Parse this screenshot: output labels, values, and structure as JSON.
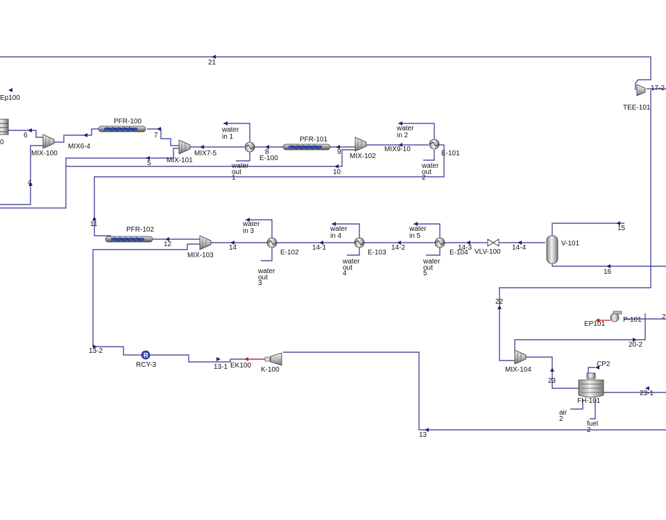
{
  "diagram": {
    "colors": {
      "stream": "#2b2f8f",
      "energy": "#c0202a",
      "equipment_fill": "#dcdcdc",
      "reactor_fill": "#1f3fb0"
    },
    "equipment": {
      "mix100": "MIX-100",
      "mix101": "MIX-101",
      "mix102": "MIX-102",
      "mix103": "MIX-103",
      "mix104": "MIX-104",
      "pfr100": "PFR-100",
      "pfr101": "PFR-101",
      "pfr102": "PFR-102",
      "e100": "E-100",
      "e101": "E-101",
      "e102": "E-102",
      "e103": "E-103",
      "e104": "E-104",
      "vlv100": "VLV-100",
      "v101": "V-101",
      "tee101": "TEE-101",
      "p101": "P-101",
      "fh101": "FH-101",
      "k100": "K-100",
      "rcy3": "RCY-3",
      "left0": "0"
    },
    "streams": {
      "s21": "21",
      "s6": "6",
      "s7": "7",
      "s8": "8",
      "s9": "9",
      "s5": "5",
      "s4": "4",
      "s10": "10",
      "s11": "11",
      "s12": "12",
      "s14": "14",
      "s14_1": "14-1",
      "s14_2": "14-2",
      "s14_3": "14-3",
      "s14_4": "14-4",
      "s15": "15",
      "s16": "16",
      "s22": "22",
      "s23": "23",
      "s23_1": "23-1",
      "s13": "13",
      "s13_1": "13-1",
      "s13_2": "13-2",
      "s20_2": "20-2",
      "s17_2": "17-2",
      "s2": "2",
      "mix64": "MIX6-4",
      "mix75": "MIX7-5",
      "mix910": "MIX9-10"
    },
    "energy": {
      "ep100": "Ep100",
      "ep101": "EP101",
      "ek100": "EK100",
      "cp2": "CP2"
    },
    "utilities": {
      "win1": [
        "water",
        "in 1"
      ],
      "wout1": [
        "water",
        "out",
        "1"
      ],
      "win2": [
        "water",
        "in 2"
      ],
      "wout2": [
        "water",
        "out",
        "2"
      ],
      "win3": [
        "water",
        "in 3"
      ],
      "wout3": [
        "water",
        "out",
        "3"
      ],
      "win4": [
        "water",
        "in 4"
      ],
      "wout4": [
        "water",
        "out",
        "4"
      ],
      "win5": [
        "water",
        "in 5"
      ],
      "wout5": [
        "water",
        "out",
        "5"
      ],
      "air2": [
        "air",
        "2"
      ],
      "fuel2": [
        "fuel",
        "2"
      ]
    }
  }
}
